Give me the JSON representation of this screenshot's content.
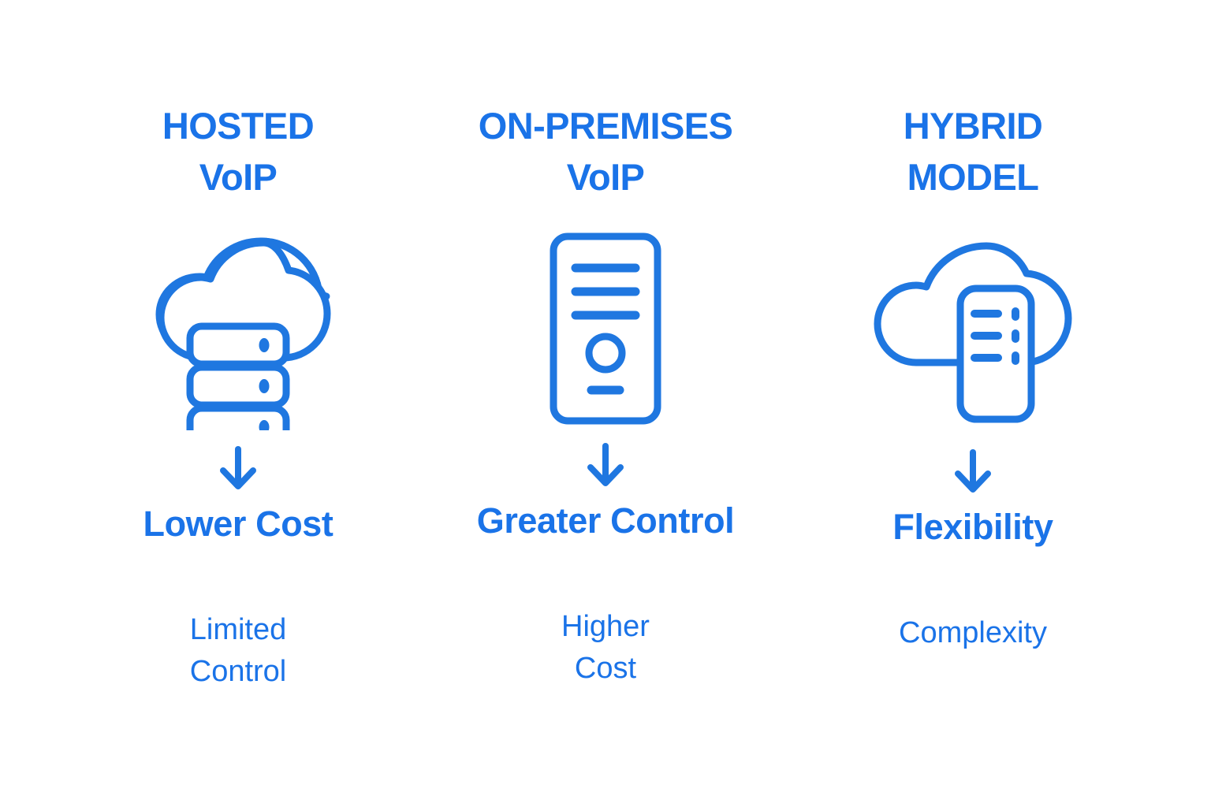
{
  "diagram": {
    "title_note": "VoIP deployment model comparison",
    "background_color": "#FFFFFF",
    "accent_color": "#1A73E8",
    "icon_stroke_color": "#1F77E0",
    "columns": [
      {
        "id": "hosted-voip",
        "heading": "HOSTED\nVoIP",
        "icon_name": "cloud-server-icon",
        "arrow_name": "down-arrow-icon",
        "benefit": "Lower Cost",
        "drawback": "Limited\nControl"
      },
      {
        "id": "on-premises-voip",
        "heading": "ON-PREMISES\nVoIP",
        "icon_name": "server-tower-icon",
        "arrow_name": "down-arrow-icon",
        "benefit": "Greater Control",
        "drawback": "Higher\nCost"
      },
      {
        "id": "hybrid-model",
        "heading": "HYBRID\nMODEL",
        "icon_name": "cloud-with-server-icon",
        "arrow_name": "down-arrow-icon",
        "benefit": "Flexibility",
        "drawback": "Complexity"
      }
    ]
  }
}
